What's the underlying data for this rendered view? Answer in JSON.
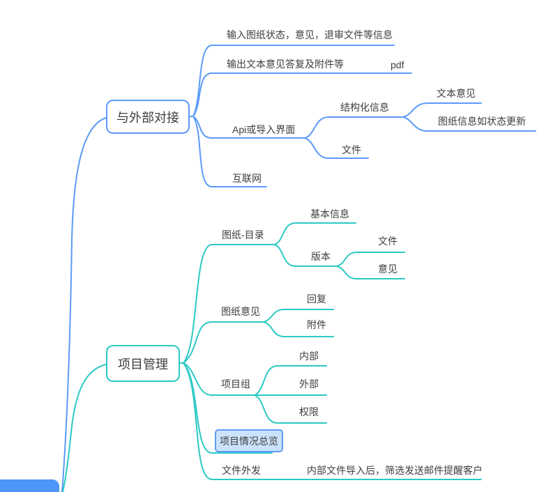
{
  "colors": {
    "branch_blue": "#5B9AF8",
    "branch_teal": "#2BC9C5",
    "root_fill": "#4E95F8",
    "highlight_fill": "#CBE2FB",
    "highlight_border": "#5E9CF8",
    "text": "#3D3D3D",
    "canvas_bg": "#FFFFFF"
  },
  "mindmap": {
    "branches": [
      {
        "label": "与外部对接",
        "children": [
          {
            "label": "输入图纸状态，意见，退审文件等信息"
          },
          {
            "label": "输出文本意见答复及附件等",
            "children": [
              {
                "label": "pdf"
              }
            ]
          },
          {
            "label": "Api或导入界面",
            "children": [
              {
                "label": "结构化信息",
                "children": [
                  {
                    "label": "文本意见"
                  },
                  {
                    "label": "图纸信息如状态更新"
                  }
                ]
              },
              {
                "label": "文件"
              }
            ]
          },
          {
            "label": "互联网"
          }
        ]
      },
      {
        "label": "项目管理",
        "children": [
          {
            "label": "图纸-目录",
            "children": [
              {
                "label": "基本信息"
              },
              {
                "label": "版本",
                "children": [
                  {
                    "label": "文件"
                  },
                  {
                    "label": "意见"
                  }
                ]
              }
            ]
          },
          {
            "label": "图纸意见",
            "children": [
              {
                "label": "回复"
              },
              {
                "label": "附件"
              }
            ]
          },
          {
            "label": "项目组",
            "children": [
              {
                "label": "内部"
              },
              {
                "label": "外部"
              },
              {
                "label": "权限"
              }
            ]
          },
          {
            "label": "项目情况总览",
            "highlighted": true
          },
          {
            "label": "文件外发",
            "children": [
              {
                "label": "内部文件导入后，筛选发送邮件提醒客户"
              }
            ]
          }
        ]
      }
    ]
  }
}
